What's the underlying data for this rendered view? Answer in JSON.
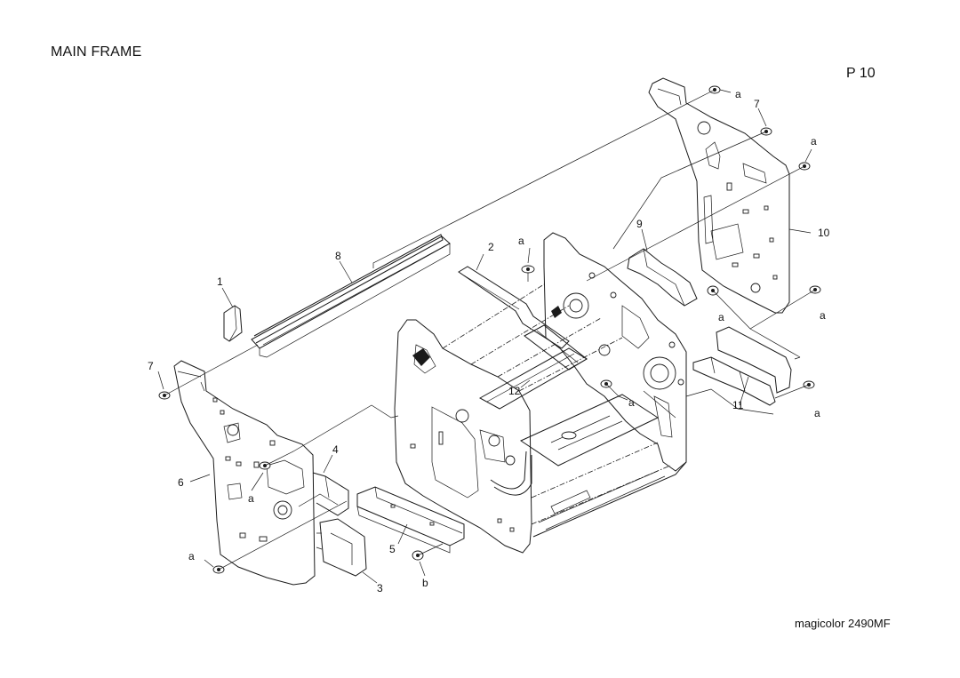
{
  "title": "MAIN FRAME",
  "page_number": "P 10",
  "model": "magicolor 2490MF",
  "callouts": {
    "c1": "1",
    "c2": "2",
    "c3": "3",
    "c4": "4",
    "c5": "5",
    "c6": "6",
    "c7a": "7",
    "c7b": "7",
    "c8": "8",
    "c9": "9",
    "c10": "10",
    "c11": "11",
    "c12": "12",
    "a1": "a",
    "a2": "a",
    "a3": "a",
    "a4": "a",
    "a5": "a",
    "a6": "a",
    "a7": "a",
    "a8": "a",
    "a9": "a",
    "b1": "b"
  }
}
